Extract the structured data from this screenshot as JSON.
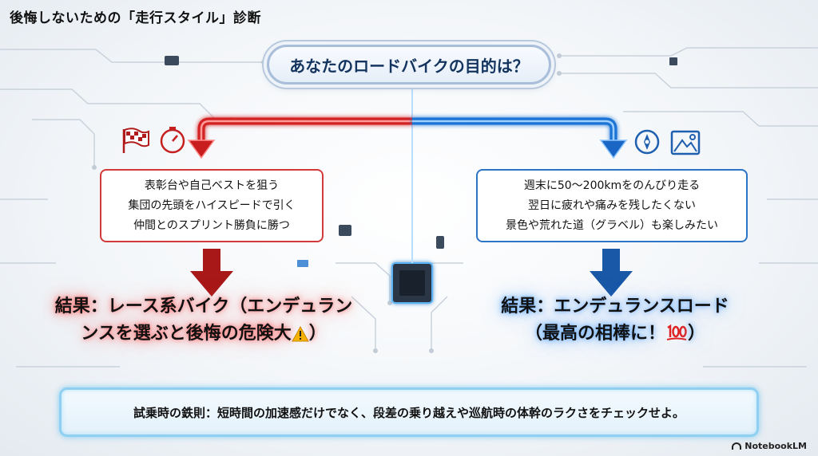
{
  "title": "後悔しないための「走行スタイル」診断",
  "question": "あなたのロードバイクの目的は？",
  "left_branch": {
    "lines": [
      "表彰台や自己ベストを狙う",
      "集団の先頭をハイスピードで引く",
      "仲間とのスプリント勝負に勝つ"
    ],
    "result_line1": "結果：レース系バイク（エンデュラン",
    "result_line2": "ンスを選ぶと後悔の危険大",
    "result_end": "）",
    "icons": [
      "checkered-flag",
      "stopwatch",
      "warning"
    ],
    "color": "#d23a3a"
  },
  "right_branch": {
    "lines": [
      "週末に50〜200kmをのんびり走る",
      "翌日に疲れや痛みを残したくない",
      "景色や荒れた道（グラベル）も楽しみたい"
    ],
    "result_line1": "結果：エンデュランスロード",
    "result_line2": "（最高の相棒に！",
    "result_end": "）",
    "icons": [
      "compass",
      "mountain-picture",
      "hundred-points"
    ],
    "color": "#2c74c4"
  },
  "tip": "試乗時の鉄則：短時間の加速感だけでなく、段差の乗り越えや巡航時の体幹のラクさをチェックせよ。",
  "brand": "NotebookLM"
}
